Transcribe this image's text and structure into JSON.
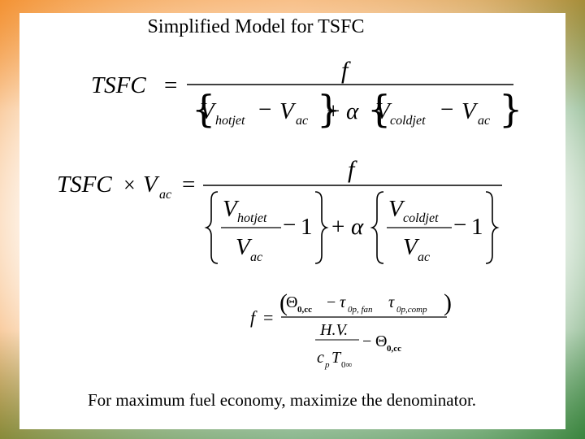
{
  "slide": {
    "title": "Simplified Model for TSFC",
    "footer": "For maximum fuel economy, maximize the denominator."
  },
  "equations": {
    "eq1": {
      "lhs": "TSFC",
      "numerator": "f",
      "v": "V",
      "hotjet": "hotjet",
      "ac": "ac",
      "coldjet": "coldjet",
      "alpha": "α",
      "minus": "−",
      "plus": "+",
      "equals": "="
    },
    "eq2": {
      "lhs_tsfc": "TSFC",
      "times": "×",
      "v": "V",
      "ac": "ac",
      "numerator": "f",
      "hotjet": "hotjet",
      "coldjet": "coldjet",
      "one": "1",
      "alpha": "α",
      "minus": "−",
      "plus": "+",
      "equals": "="
    },
    "eq3": {
      "lhs": "f",
      "theta": "Θ",
      "sub_0cc": "0,cc",
      "tau": "τ",
      "sub_0pfan": "0p, fan",
      "sub_0pcomp": "0p,comp",
      "hv": "H.V.",
      "cp": "c",
      "cp_sub": "p",
      "T": "T",
      "t_sub": "0∞",
      "minus": "−",
      "equals": "="
    }
  }
}
